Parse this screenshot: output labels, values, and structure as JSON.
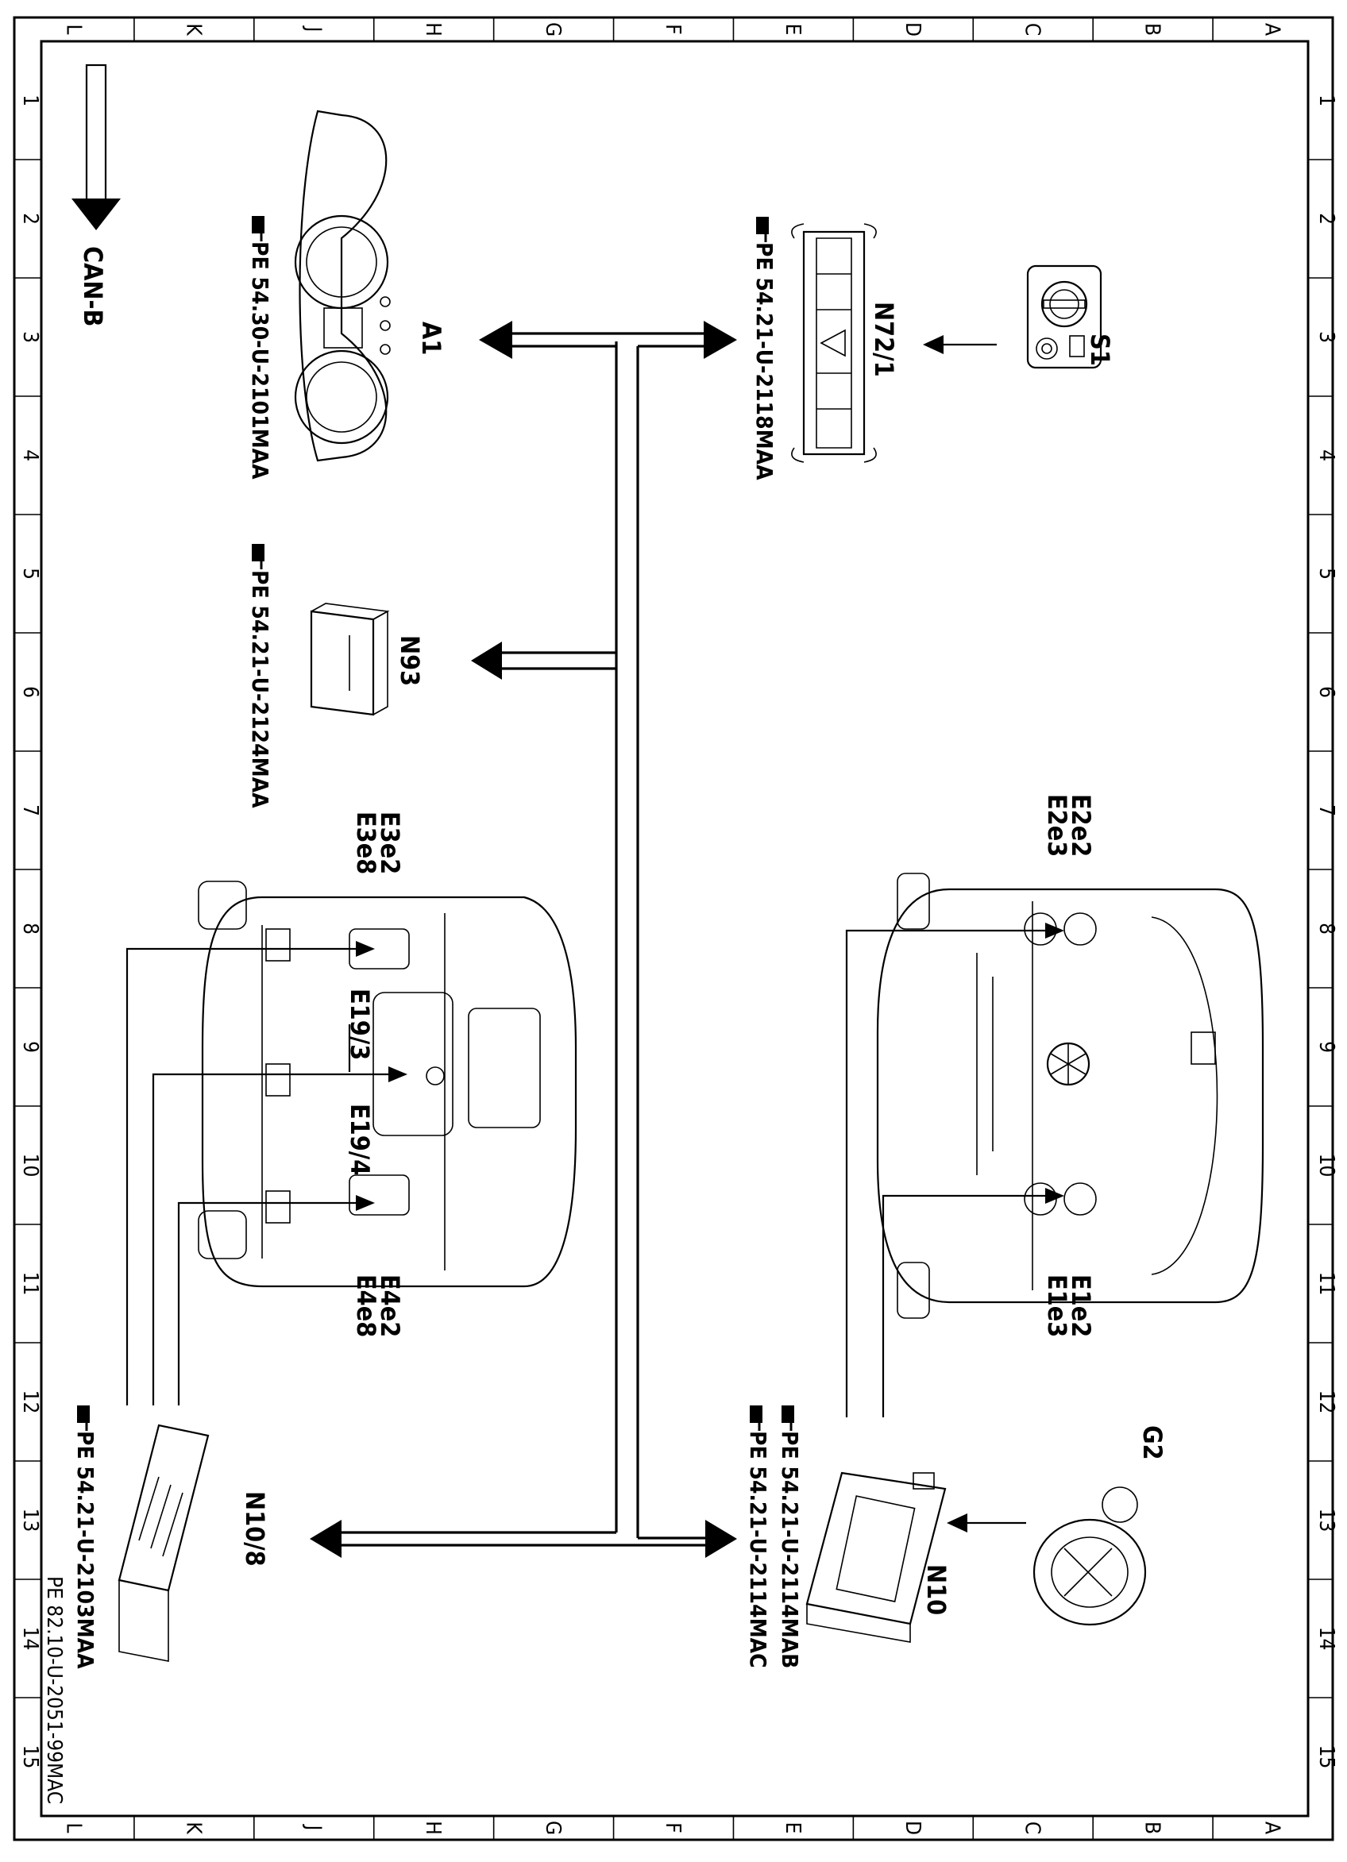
{
  "grid": {
    "letters": [
      "L",
      "K",
      "J",
      "H",
      "G",
      "F",
      "E",
      "D",
      "C",
      "B",
      "A"
    ],
    "numbers": [
      "1",
      "2",
      "3",
      "4",
      "5",
      "6",
      "7",
      "8",
      "9",
      "10",
      "11",
      "12",
      "13",
      "14",
      "15"
    ]
  },
  "bus": {
    "label": "CAN-B"
  },
  "components": {
    "s1": {
      "code": "S1"
    },
    "n72_1": {
      "code": "N72/1",
      "ref": "PE 54.21-U-2118MAA"
    },
    "a1": {
      "code": "A1",
      "ref": "PE 54.30-U-2101MAA"
    },
    "n93": {
      "code": "N93",
      "ref": "PE 54.21-U-2124MAA"
    },
    "e2": {
      "codes": [
        "E2e2",
        "E2e3"
      ]
    },
    "e1": {
      "codes": [
        "E1e2",
        "E1e3"
      ]
    },
    "e3": {
      "codes": [
        "E3e2",
        "E3e8"
      ]
    },
    "e4": {
      "codes": [
        "E4e2",
        "E4e8"
      ]
    },
    "e19_3": {
      "code": "E19/3"
    },
    "e19_4": {
      "code": "E19/4"
    },
    "g2": {
      "code": "G2"
    },
    "n10": {
      "code": "N10",
      "refs": [
        "PE 54.21-U-2114MAB",
        "PE 54.21-U-2114MAC"
      ]
    },
    "n10_8": {
      "code": "N10/8",
      "ref": "PE 54.21-U-2103MAA"
    }
  },
  "footer": {
    "doc_id": "PE 82.10-U-2051-99MAC"
  },
  "icons": {
    "reference": "pointing-hand-icon",
    "bus_direction": "down-arrow-icon"
  }
}
